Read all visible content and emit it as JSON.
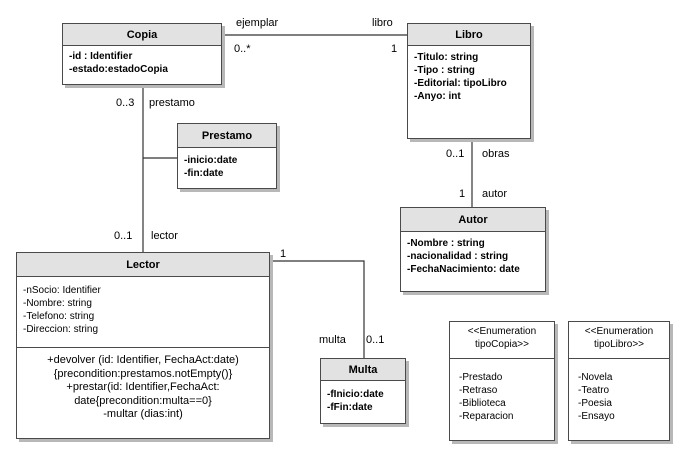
{
  "classes": {
    "copia": {
      "name": "Copia",
      "attributes": [
        "-id : Identifier",
        "-estado:estadoCopia"
      ]
    },
    "libro": {
      "name": "Libro",
      "attributes": [
        "-Titulo: string",
        "-Tipo  : string",
        "-Editorial: tipoLibro",
        "-Anyo: int"
      ]
    },
    "prestamo": {
      "name": "Prestamo",
      "attributes": [
        "-inicio:date",
        "-fin:date"
      ]
    },
    "autor": {
      "name": "Autor",
      "attributes": [
        "-Nombre   : string",
        "-nacionalidad   : string",
        "-FechaNacimiento: date"
      ]
    },
    "lector": {
      "name": "Lector",
      "attributes": [
        "-nSocio: Identifier",
        "-Nombre: string",
        "-Telefono: string",
        "-Direccion: string"
      ],
      "operations": [
        "+devolver (id: Identifier, FechaAct:date)",
        "{precondition:prestamos.notEmpty()}",
        "+prestar(id: Identifier,FechaAct:",
        "date{precondition:multa==0}",
        "-multar (dias:int)"
      ]
    },
    "multa": {
      "name": "Multa",
      "attributes": [
        "-fInicio:date",
        "-fFin:date"
      ]
    },
    "tipoCopia": {
      "stereotype": "<<Enumeration",
      "name": "tipoCopia>>",
      "values": [
        "-Prestado",
        "-Retraso",
        "-Biblioteca",
        "-Reparacion"
      ]
    },
    "tipoLibro": {
      "stereotype": "<<Enumeration",
      "name": "tipoLibro>>",
      "values": [
        "-Novela",
        "-Teatro",
        "-Poesia",
        "-Ensayo"
      ]
    }
  },
  "associations": {
    "copia_libro": {
      "role_left": "ejemplar",
      "role_right": "libro",
      "mult_left": "0..*",
      "mult_right": "1"
    },
    "libro_autor": {
      "mult_top": "0..1",
      "role_top": "obras",
      "mult_bottom": "1",
      "role_bottom": "autor"
    },
    "copia_lector": {
      "mult_top": "0..3",
      "role_top": "prestamo",
      "mult_bottom": "0..1",
      "role_bottom": "lector"
    },
    "lector_multa": {
      "mult_left": "1",
      "role_bottom": "multa",
      "mult_bottom": "0..1"
    }
  },
  "colors": {
    "header": "#e2e2e2",
    "border": "#4a4a4a",
    "shadow": "#b8b8b8"
  }
}
